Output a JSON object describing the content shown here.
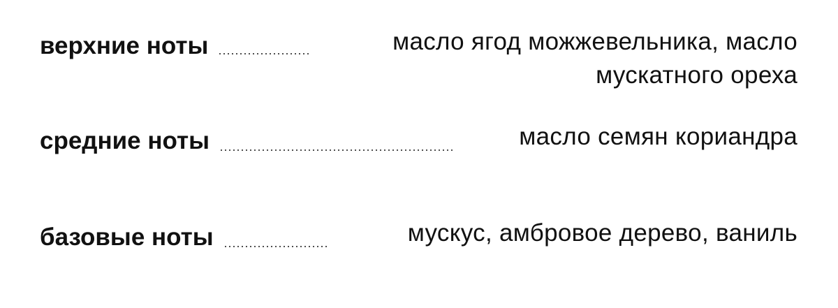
{
  "notes": [
    {
      "label": "верхние ноты",
      "value": "масло ягод можжевельника, масло мускатного ореха"
    },
    {
      "label": "средние ноты",
      "value": "масло семян кориандра"
    },
    {
      "label": "базовые ноты",
      "value": "мускус, амбровое дерево, ваниль"
    }
  ]
}
